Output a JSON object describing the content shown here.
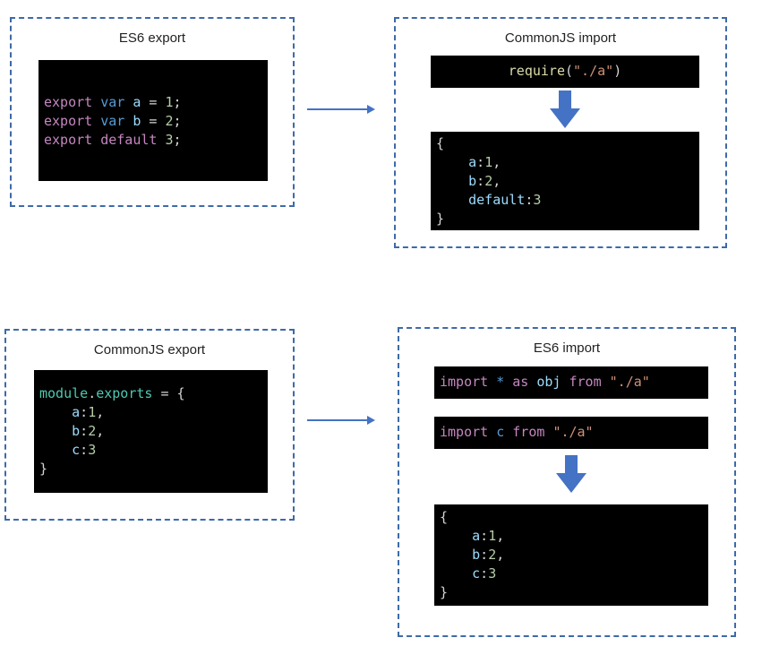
{
  "colors": {
    "border": "#3e6aa8",
    "arrow": "#4472c4",
    "code_bg": "#000000"
  },
  "panel1": {
    "title": "ES6 export",
    "lines": [
      [
        [
          "kw",
          "export"
        ],
        [
          "punct",
          " "
        ],
        [
          "kw2",
          "var"
        ],
        [
          "punct",
          " "
        ],
        [
          "id",
          "a"
        ],
        [
          "punct",
          " = "
        ],
        [
          "num",
          "1"
        ],
        [
          "punct",
          ";"
        ]
      ],
      [
        [
          "kw",
          "export"
        ],
        [
          "punct",
          " "
        ],
        [
          "kw2",
          "var"
        ],
        [
          "punct",
          " "
        ],
        [
          "id",
          "b"
        ],
        [
          "punct",
          " = "
        ],
        [
          "num",
          "2"
        ],
        [
          "punct",
          ";"
        ]
      ],
      [
        [
          "kw",
          "export"
        ],
        [
          "punct",
          " "
        ],
        [
          "kw",
          "default"
        ],
        [
          "punct",
          " "
        ],
        [
          "num",
          "3"
        ],
        [
          "punct",
          ";"
        ]
      ]
    ]
  },
  "panel2": {
    "title": "CommonJS import",
    "require_line": [
      [
        "fn",
        "require"
      ],
      [
        "punct",
        "("
      ],
      [
        "str",
        "\"./a\""
      ],
      [
        "punct",
        ")"
      ]
    ],
    "result_lines": [
      [
        [
          "punct",
          "{"
        ]
      ],
      [
        [
          "punct",
          "    "
        ],
        [
          "id",
          "a"
        ],
        [
          "punct",
          ":"
        ],
        [
          "num",
          "1"
        ],
        [
          "punct",
          ","
        ]
      ],
      [
        [
          "punct",
          "    "
        ],
        [
          "id",
          "b"
        ],
        [
          "punct",
          ":"
        ],
        [
          "num",
          "2"
        ],
        [
          "punct",
          ","
        ]
      ],
      [
        [
          "punct",
          "    "
        ],
        [
          "id",
          "default"
        ],
        [
          "punct",
          ":"
        ],
        [
          "num",
          "3"
        ]
      ],
      [
        [
          "punct",
          "}"
        ]
      ]
    ]
  },
  "panel3": {
    "title": "CommonJS export",
    "lines": [
      [
        [
          "mod",
          "module"
        ],
        [
          "punct",
          "."
        ],
        [
          "mod",
          "exports"
        ],
        [
          "punct",
          " = {"
        ]
      ],
      [
        [
          "punct",
          "    "
        ],
        [
          "id",
          "a"
        ],
        [
          "punct",
          ":"
        ],
        [
          "num",
          "1"
        ],
        [
          "punct",
          ","
        ]
      ],
      [
        [
          "punct",
          "    "
        ],
        [
          "id",
          "b"
        ],
        [
          "punct",
          ":"
        ],
        [
          "num",
          "2"
        ],
        [
          "punct",
          ","
        ]
      ],
      [
        [
          "punct",
          "    "
        ],
        [
          "id",
          "c"
        ],
        [
          "punct",
          ":"
        ],
        [
          "num",
          "3"
        ]
      ],
      [
        [
          "punct",
          "}"
        ]
      ]
    ]
  },
  "panel4": {
    "title": "ES6 import",
    "import_line_1": [
      [
        "kw",
        "import"
      ],
      [
        "punct",
        " "
      ],
      [
        "kw2",
        "*"
      ],
      [
        "punct",
        " "
      ],
      [
        "kw",
        "as"
      ],
      [
        "punct",
        " "
      ],
      [
        "id",
        "obj"
      ],
      [
        "punct",
        " "
      ],
      [
        "kw",
        "from"
      ],
      [
        "punct",
        " "
      ],
      [
        "str",
        "\"./a\""
      ]
    ],
    "import_line_2": [
      [
        "kw",
        "import"
      ],
      [
        "punct",
        " "
      ],
      [
        "kw2",
        "c"
      ],
      [
        "punct",
        " "
      ],
      [
        "kw",
        "from"
      ],
      [
        "punct",
        " "
      ],
      [
        "str",
        "\"./a\""
      ]
    ],
    "result_lines": [
      [
        [
          "punct",
          "{"
        ]
      ],
      [
        [
          "punct",
          "    "
        ],
        [
          "id",
          "a"
        ],
        [
          "punct",
          ":"
        ],
        [
          "num",
          "1"
        ],
        [
          "punct",
          ","
        ]
      ],
      [
        [
          "punct",
          "    "
        ],
        [
          "id",
          "b"
        ],
        [
          "punct",
          ":"
        ],
        [
          "num",
          "2"
        ],
        [
          "punct",
          ","
        ]
      ],
      [
        [
          "punct",
          "    "
        ],
        [
          "id",
          "c"
        ],
        [
          "punct",
          ":"
        ],
        [
          "num",
          "3"
        ]
      ],
      [
        [
          "punct",
          "}"
        ]
      ]
    ]
  }
}
